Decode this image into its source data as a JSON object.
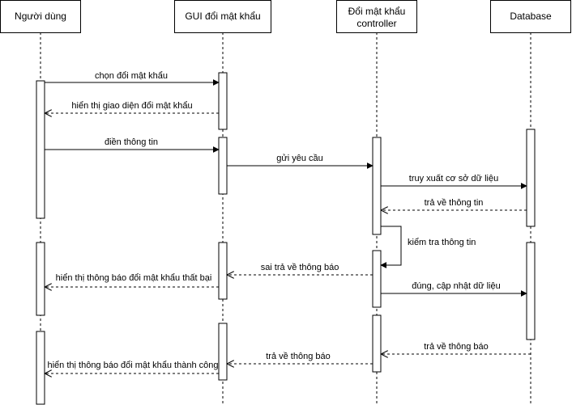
{
  "participants": {
    "user": "Người dùng",
    "gui": "GUI đổi mật khẩu",
    "controller_line1": "Đổi mật khẩu",
    "controller_line2": "controller",
    "database": "Database"
  },
  "messages": {
    "m1": "chọn đổi mật khẩu",
    "m2": "hiển thị giao diện đổi mật khẩu",
    "m3": "điền thông tin",
    "m4": "gửi yêu cầu",
    "m5": "truy xuất cơ sở dữ liệu",
    "m6": "trả về thông tin",
    "m7": "kiểm tra thông tin",
    "m8": "sai trả về thông báo",
    "m9": "hiển thị thông báo đổi mật khẩu thất bại",
    "m10": "đúng, cập nhật dữ liệu",
    "m11": "trả về thông báo",
    "m12": "trả về thông báo",
    "m13": "hiển thị thông báo đổi mật khẩu thành công"
  }
}
